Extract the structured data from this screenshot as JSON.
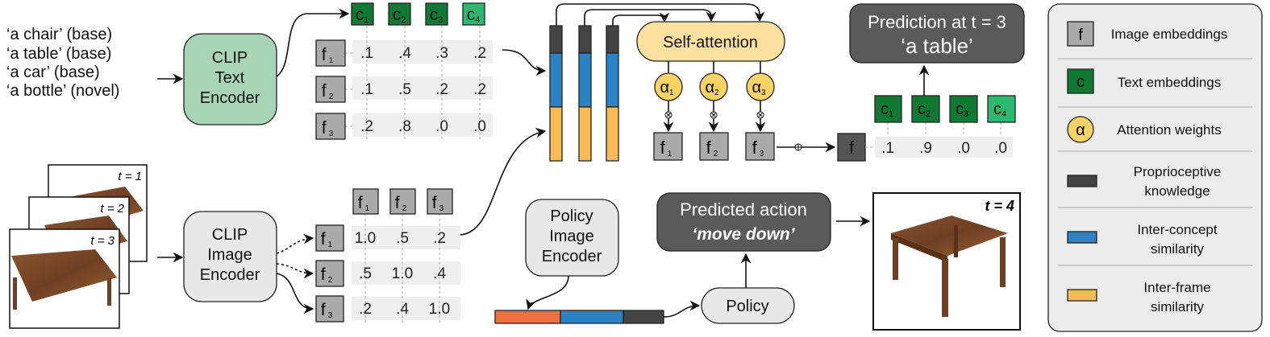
{
  "concepts": [
    {
      "text": "‘a chair’",
      "tag": "(base)"
    },
    {
      "text": "‘a table’",
      "tag": "(base)"
    },
    {
      "text": "‘a car’",
      "tag": "(base)"
    },
    {
      "text": "‘a bottle’",
      "tag": "(novel)"
    }
  ],
  "clip_text_encoder": [
    "CLIP",
    "Text",
    "Encoder"
  ],
  "clip_image_encoder": [
    "CLIP",
    "Image",
    "Encoder"
  ],
  "policy_image_encoder": [
    "Policy",
    "Image",
    "Encoder"
  ],
  "policy_label": "Policy",
  "text_letter": "c",
  "image_letter": "f",
  "alpha_letter": "α",
  "indices": [
    "1",
    "2",
    "3",
    "4"
  ],
  "inter_concept_table": [
    [
      ".1",
      ".4",
      ".3",
      ".2"
    ],
    [
      ".1",
      ".5",
      ".2",
      ".2"
    ],
    [
      ".2",
      ".8",
      ".0",
      ".0"
    ]
  ],
  "inter_frame_table": [
    [
      "1.0",
      ".5",
      ".2"
    ],
    [
      ".5",
      "1.0",
      ".4"
    ],
    [
      ".2",
      ".4",
      "1.0"
    ]
  ],
  "frames": [
    "t = 1",
    "t = 2",
    "t = 3"
  ],
  "next_frame": "t = 4",
  "self_attention": "Self-attention",
  "combined_scores": [
    ".1",
    ".9",
    ".0",
    ".0"
  ],
  "prediction": {
    "title": "Prediction at t = 3",
    "value": "‘a table’"
  },
  "predicted_action": {
    "title": "Predicted action",
    "value": "‘move down’"
  },
  "legend": [
    {
      "icon": "f",
      "label": [
        "Image embeddings"
      ]
    },
    {
      "icon": "c",
      "label": [
        "Text embeddings"
      ]
    },
    {
      "icon": "α",
      "label": [
        "Attention weights"
      ]
    },
    {
      "icon": "",
      "label": [
        "Proprioceptive",
        "knowledge"
      ]
    },
    {
      "icon": "",
      "label": [
        "Inter-concept",
        "similarity"
      ]
    },
    {
      "icon": "",
      "label": [
        "Inter-frame",
        "similarity"
      ]
    }
  ],
  "colors": {
    "text_embed": "#107a35",
    "text_embed_novel": "#2db870",
    "image_embed": "#aaaaaa",
    "proprio": "#444444",
    "inter_concept": "#2b83c6",
    "inter_frame": "#f9bb55",
    "policy_visual": "#f07040",
    "clip_text": "#a9d5b6",
    "attention": "#fde1a1",
    "dark_box": "#5a5a5a"
  }
}
